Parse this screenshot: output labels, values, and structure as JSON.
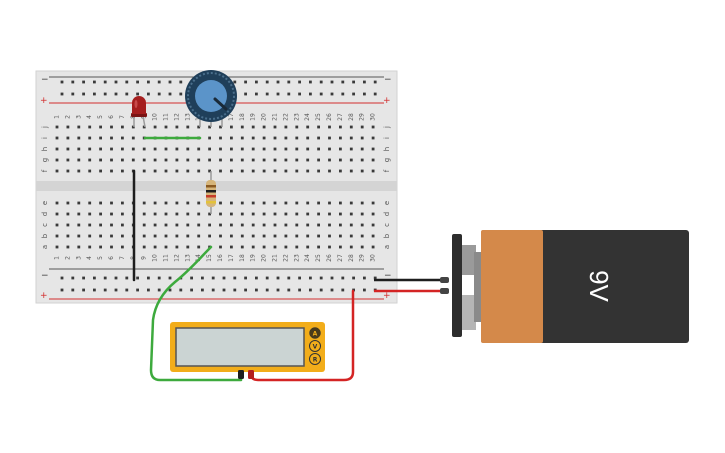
{
  "breadboard": {
    "column_count": 30,
    "row_letters_top": [
      "j",
      "i",
      "h",
      "g",
      "f"
    ],
    "row_letters_bottom": [
      "e",
      "d",
      "c",
      "b",
      "a"
    ],
    "rail_signs": {
      "negative": "−",
      "positive": "+"
    }
  },
  "multimeter": {
    "modes": [
      "A",
      "V",
      "R"
    ],
    "display_value": ""
  },
  "battery": {
    "label": "9V"
  },
  "colors": {
    "board": "#e6e6e6",
    "hole": "#3a3a3a",
    "rail_red": "#d22d2d",
    "rail_dark": "#555555",
    "wire_green": "#3daa3d",
    "wire_red": "#d42424",
    "wire_black": "#1e1e1e",
    "multimeter_body": "#f2ad1a",
    "multimeter_screen": "#cbd4d3",
    "battery_body": "#333333",
    "battery_label_band": "#d4894a",
    "potentiometer": "#2f5878",
    "led": "#a51e1e"
  },
  "components": {
    "led": "red-led",
    "potentiometer": "potentiometer-knob",
    "resistor": "resistor"
  }
}
